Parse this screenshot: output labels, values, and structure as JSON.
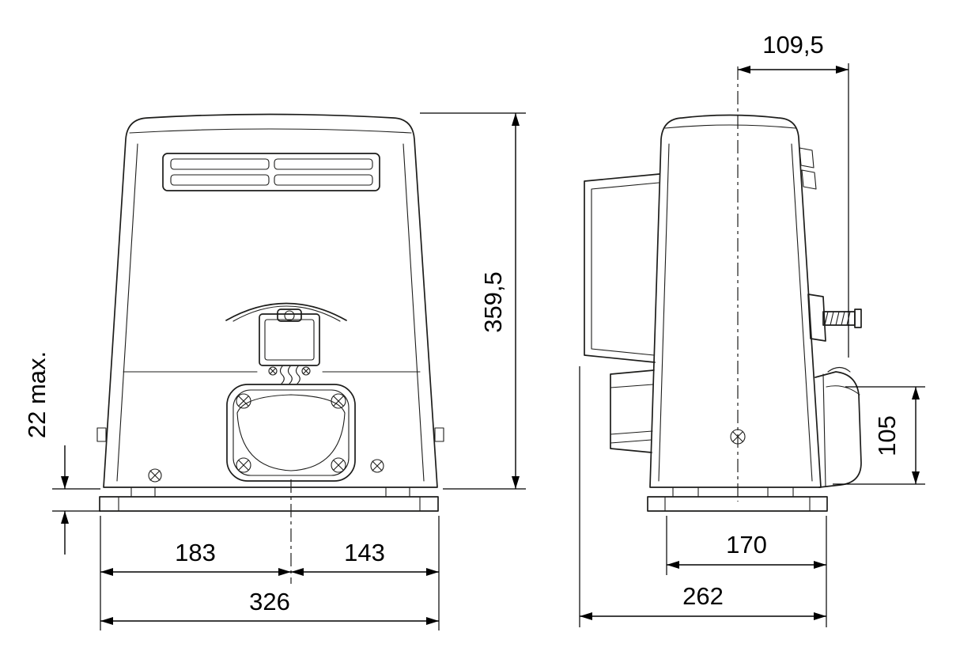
{
  "colors": {
    "background": "#ffffff",
    "line_color": "#1d1d1b",
    "dimension_text": "#000000"
  },
  "front_view": {
    "dims": {
      "overall_height": "359,5",
      "base_clearance": "22 max.",
      "center_to_left_edge": "183",
      "center_to_right_edge": "143",
      "overall_width": "326"
    }
  },
  "side_view": {
    "dims": {
      "center_to_release_end": "109,5",
      "motor_cap_height": "105",
      "base_plate_depth": "170",
      "overall_depth": "262"
    }
  }
}
